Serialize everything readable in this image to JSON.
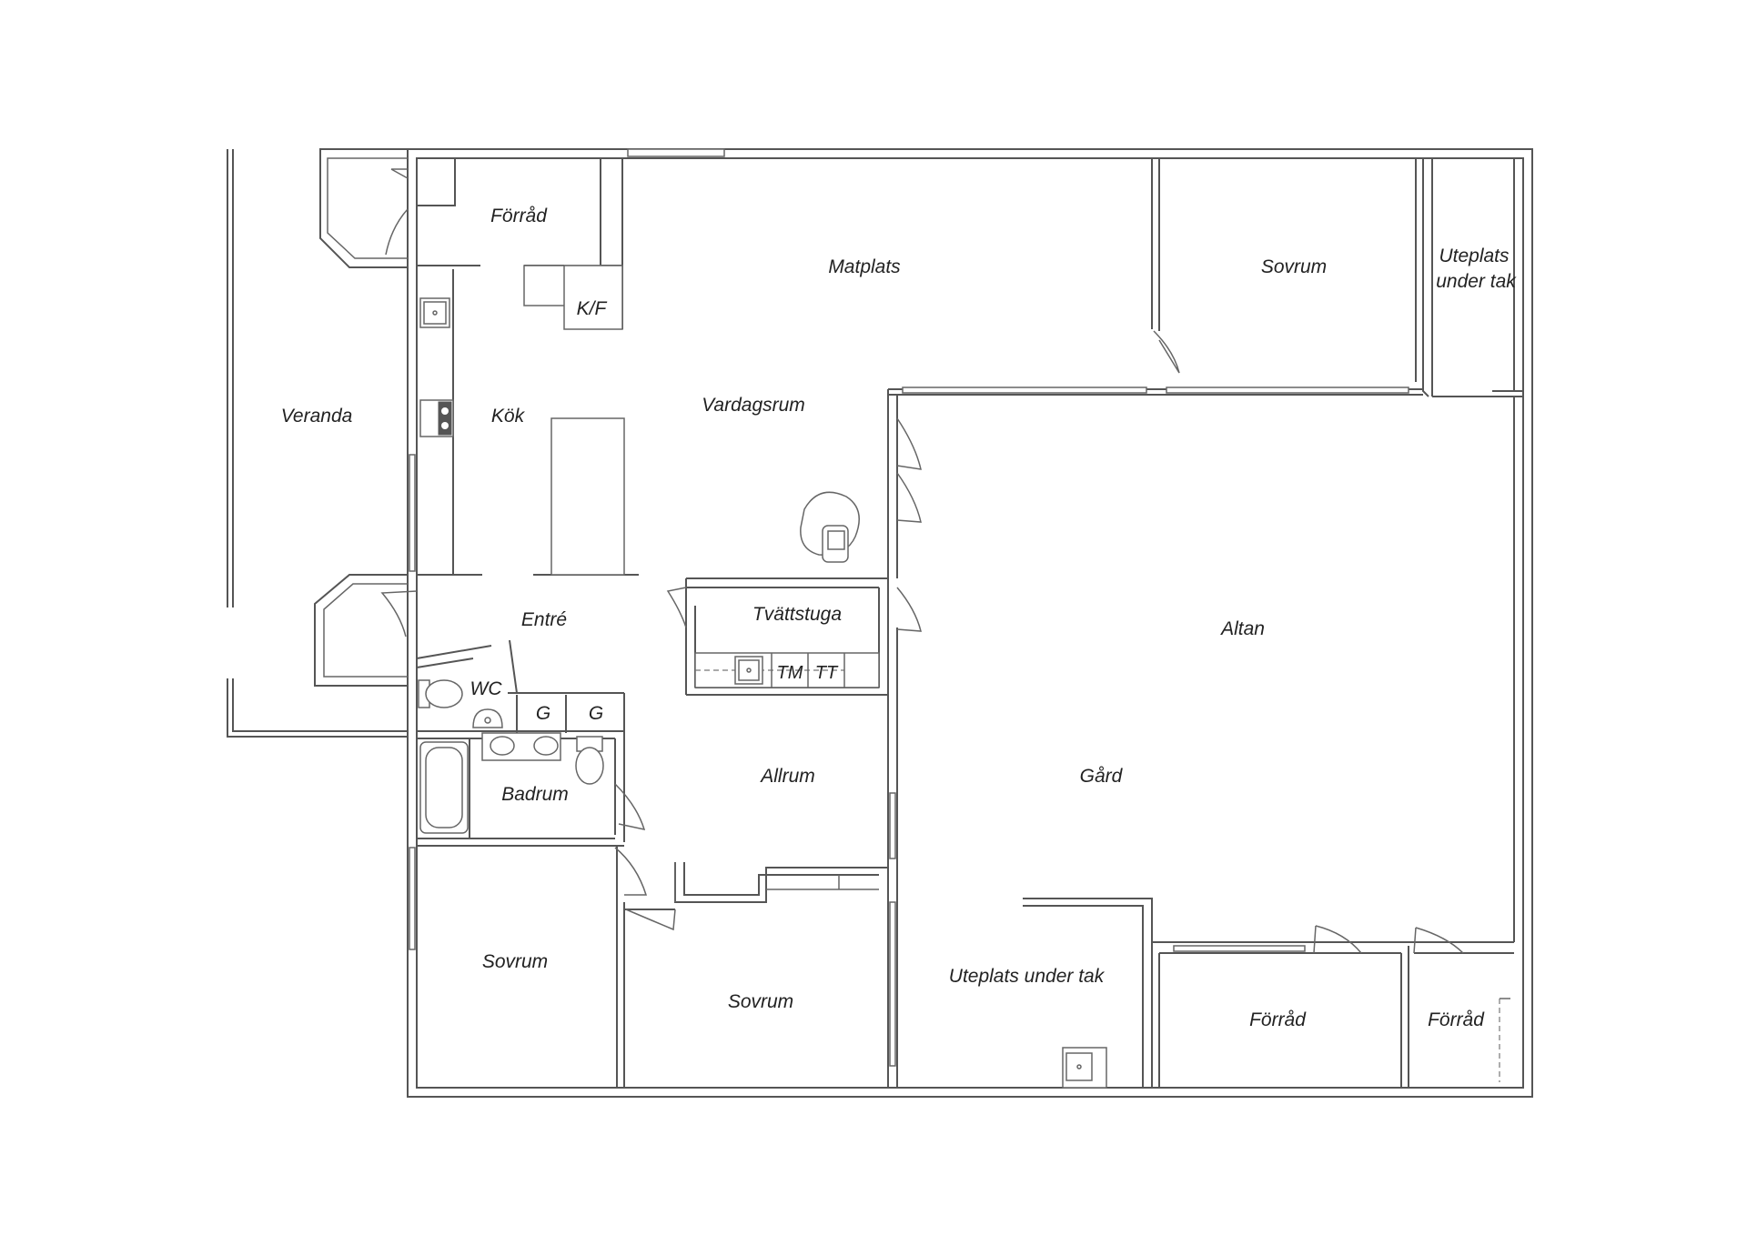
{
  "rooms": {
    "forrad_top": "Förråd",
    "matplats": "Matplats",
    "sovrum_top": "Sovrum",
    "uteplats_tak_right_1": "Uteplats",
    "uteplats_tak_right_2": "under tak",
    "kf": "K/F",
    "veranda": "Veranda",
    "kok": "Kök",
    "vardagsrum": "Vardagsrum",
    "entre": "Entré",
    "tvattstuga": "Tvättstuga",
    "tm": "TM",
    "tt": "TT",
    "altan": "Altan",
    "wc": "WC",
    "g1": "G",
    "g2": "G",
    "badrum": "Badrum",
    "allrum": "Allrum",
    "gard": "Gård",
    "sovrum_left": "Sovrum",
    "sovrum_mid": "Sovrum",
    "uteplats_bottom": "Uteplats under tak",
    "forrad_bottom1": "Förråd",
    "forrad_bottom2": "Förråd"
  }
}
